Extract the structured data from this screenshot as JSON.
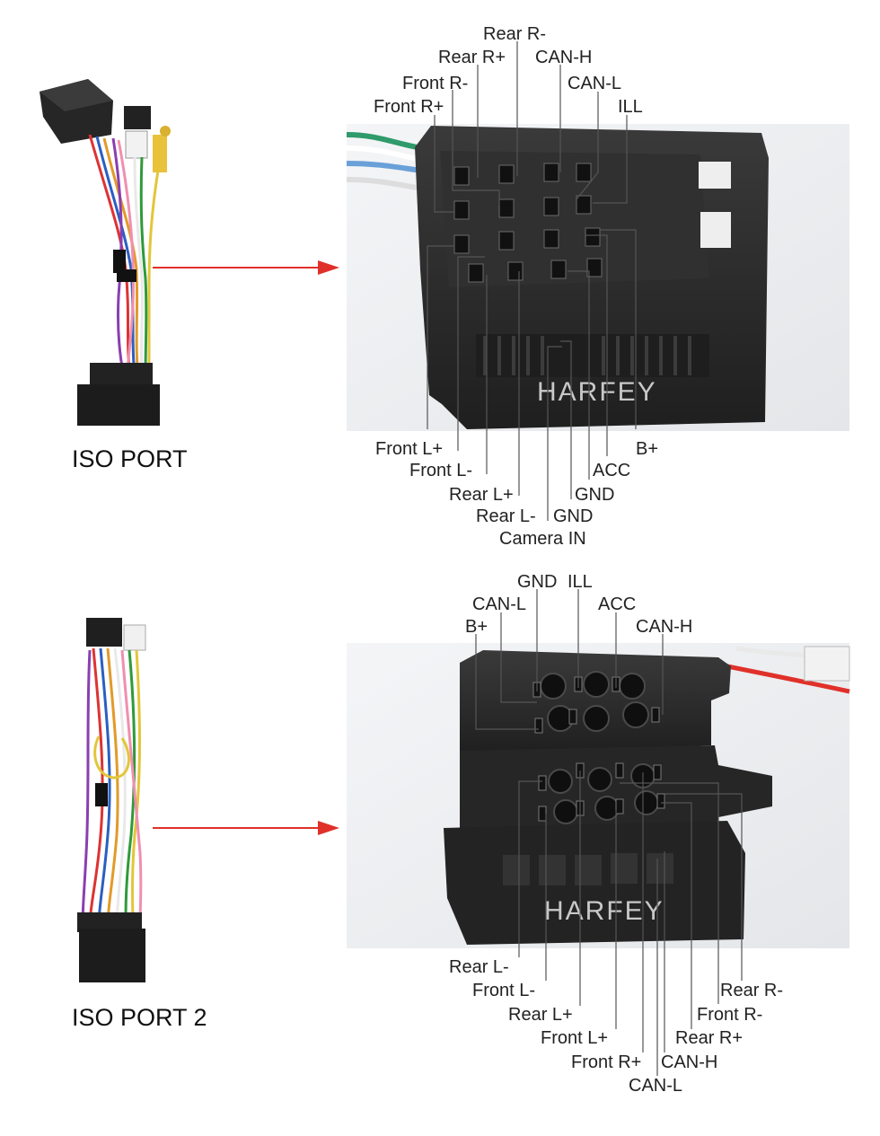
{
  "watermark": "HARFEY",
  "colors": {
    "arrow": "#e0302a",
    "connector": "#2b2b2b",
    "photo_bg": "#eef0f2"
  },
  "ports": [
    {
      "name": "ISO PORT",
      "top_labels": [
        "Rear R-",
        "Rear R+",
        "CAN-H",
        "Front R-",
        "CAN-L",
        "Front R+",
        "ILL"
      ],
      "bottom_labels": [
        "Front L+",
        "B+",
        "Front L-",
        "ACC",
        "Rear L+",
        "GND",
        "Rear L-",
        "GND",
        "Camera IN"
      ]
    },
    {
      "name": "ISO PORT 2",
      "top_labels": [
        "GND",
        "ILL",
        "CAN-L",
        "ACC",
        "CAN-H",
        "B+"
      ],
      "bottom_labels": [
        "Rear L-",
        "Front L-",
        "Rear R-",
        "Rear L+",
        "Front R-",
        "Front L+",
        "Rear R+",
        "Front R+",
        "CAN-H",
        "CAN-L"
      ]
    }
  ]
}
